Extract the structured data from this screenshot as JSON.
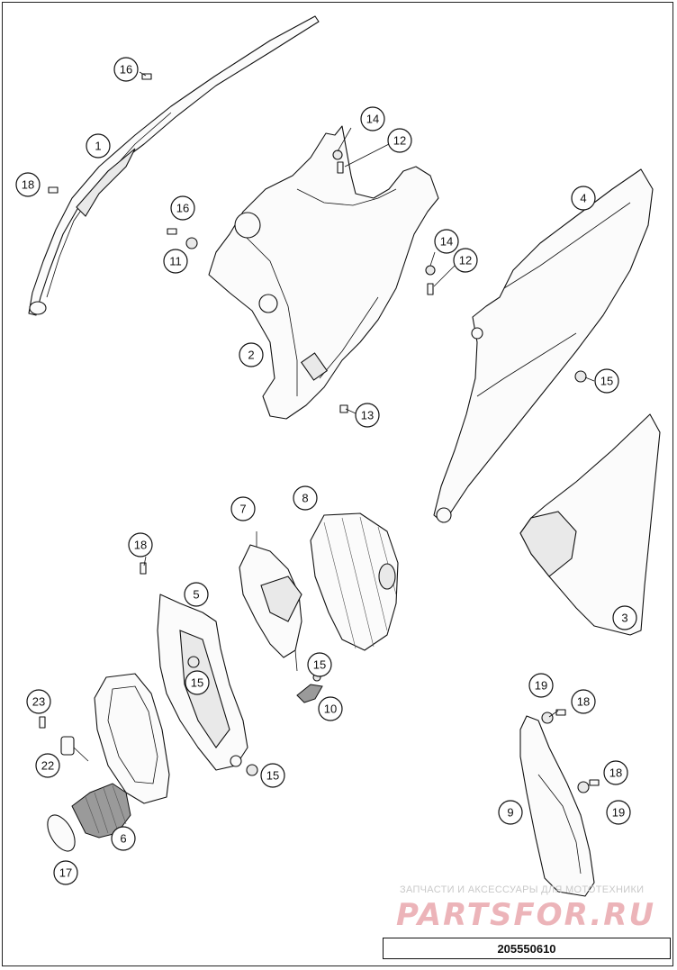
{
  "callouts": [
    {
      "id": "c1",
      "label": "1"
    },
    {
      "id": "c2",
      "label": "2"
    },
    {
      "id": "c3",
      "label": "3"
    },
    {
      "id": "c4",
      "label": "4"
    },
    {
      "id": "c5",
      "label": "5"
    },
    {
      "id": "c6",
      "label": "6"
    },
    {
      "id": "c7",
      "label": "7"
    },
    {
      "id": "c8",
      "label": "8"
    },
    {
      "id": "c9",
      "label": "9"
    },
    {
      "id": "c10",
      "label": "10"
    },
    {
      "id": "c11",
      "label": "11"
    },
    {
      "id": "c12a",
      "label": "12"
    },
    {
      "id": "c12b",
      "label": "12"
    },
    {
      "id": "c13",
      "label": "13"
    },
    {
      "id": "c14a",
      "label": "14"
    },
    {
      "id": "c14b",
      "label": "14"
    },
    {
      "id": "c15a",
      "label": "15"
    },
    {
      "id": "c15b",
      "label": "15"
    },
    {
      "id": "c15c",
      "label": "15"
    },
    {
      "id": "c15d",
      "label": "15"
    },
    {
      "id": "c16a",
      "label": "16"
    },
    {
      "id": "c16b",
      "label": "16"
    },
    {
      "id": "c17",
      "label": "17"
    },
    {
      "id": "c18a",
      "label": "18"
    },
    {
      "id": "c18b",
      "label": "18"
    },
    {
      "id": "c18c",
      "label": "18"
    },
    {
      "id": "c18d",
      "label": "18"
    },
    {
      "id": "c19a",
      "label": "19"
    },
    {
      "id": "c19b",
      "label": "19"
    },
    {
      "id": "c22",
      "label": "22"
    },
    {
      "id": "c23",
      "label": "23"
    }
  ],
  "watermark": {
    "caption": "ЗАПЧАСТИ И АКСЕССУАРЫ ДЛЯ МОТОТЕХНИКИ",
    "brand": "PARTSFOR.RU"
  },
  "diagram_code": "205550610"
}
